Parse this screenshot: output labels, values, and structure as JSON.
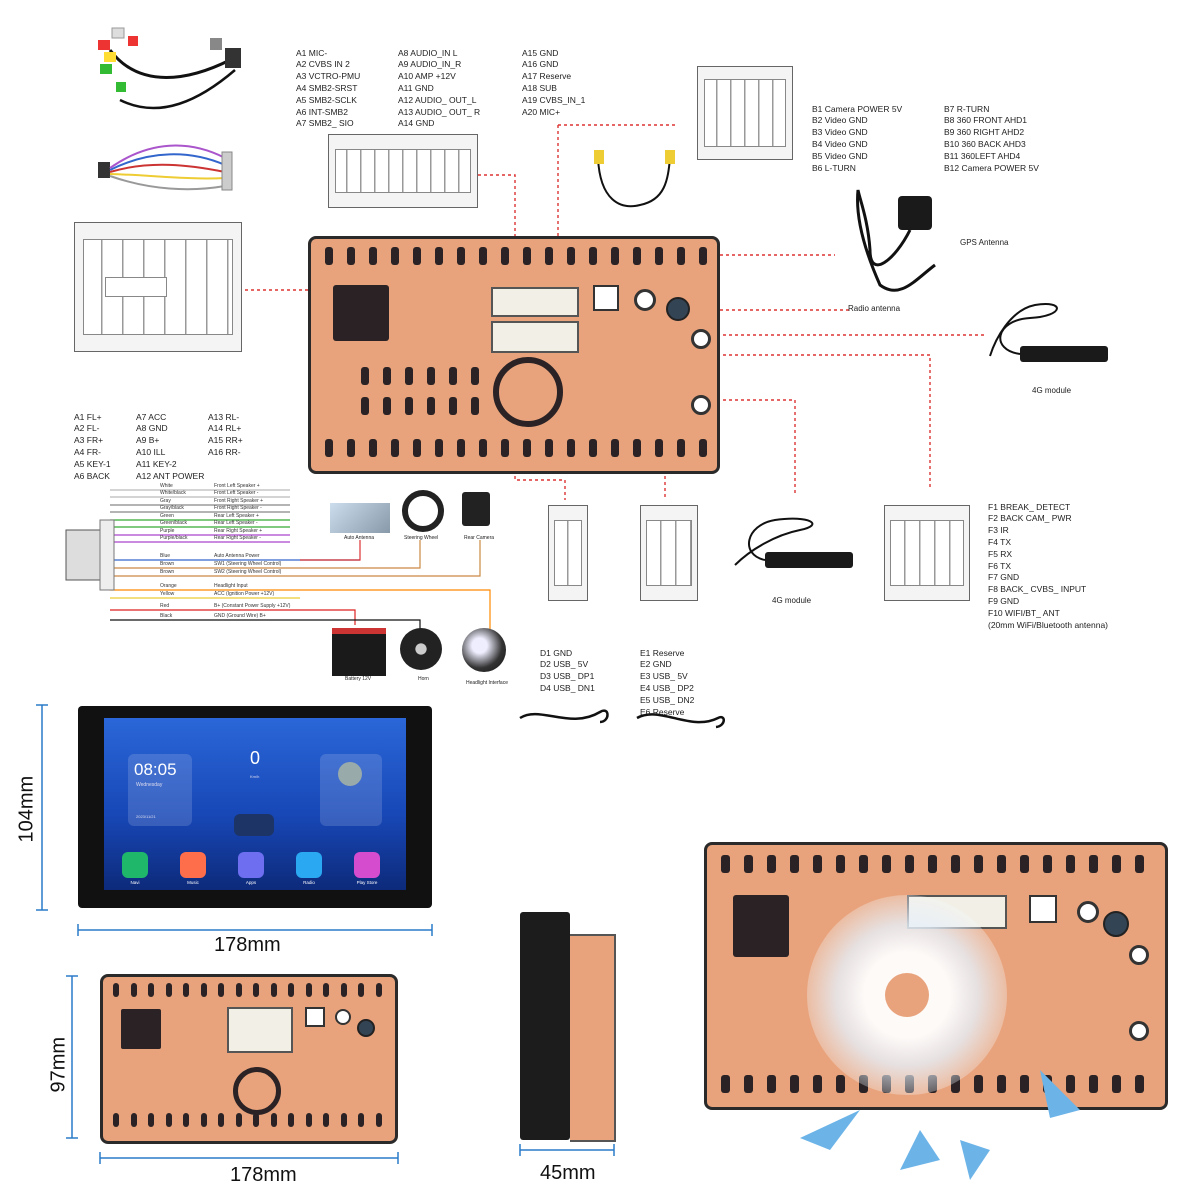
{
  "connector_a": {
    "col1": [
      "A1 MIC-",
      "A2 CVBS IN 2",
      "A3 VCTRO-PMU",
      "A4 SMB2-SRST",
      "A5 SMB2-SCLK",
      "A6 INT-SMB2",
      "A7 SMB2_ SIO"
    ],
    "col2": [
      "A8 AUDIO_IN L",
      "A9 AUDIO_IN_R",
      "A10 AMP +12V",
      "A11 GND",
      "A12 AUDIO_ OUT_L",
      "A13 AUDIO_ OUT_ R",
      "A14 GND"
    ],
    "col3": [
      "A15 GND",
      "A16 GND",
      "A17 Reserve",
      "A18 SUB",
      "A19 CVBS_IN_1",
      "A20 MIC+"
    ]
  },
  "connector_b": {
    "col1": [
      "B1 Camera POWER 5V",
      "B2 Video GND",
      "B3 Video GND",
      "B4 Video GND",
      "B5 Video GND",
      "B6 L-TURN"
    ],
    "col2": [
      "B7 R-TURN",
      "B8 360 FRONT AHD1",
      "B9 360 RIGHT AHD2",
      "B10 360 BACK AHD3",
      "B11 360LEFT AHD4",
      "B12 Camera POWER 5V"
    ]
  },
  "power_connector": {
    "col1": [
      "A1 FL+",
      "A2 FL-",
      "A3 FR+",
      "A4 FR-",
      "A5 KEY-1",
      "A6 BACK"
    ],
    "col2": [
      "A7 ACC",
      "A8 GND",
      "A9 B+",
      "A10 ILL",
      "A11 KEY-2",
      "A12 ANT POWER"
    ],
    "col3": [
      "A13 RL-",
      "A14 RL+",
      "A15 RR+",
      "A16 RR-"
    ]
  },
  "connector_d": [
    "D1 GND",
    "D2 USB_ 5V",
    "D3 USB_ DP1",
    "D4 USB_ DN1"
  ],
  "connector_e": [
    "E1 Reserve",
    "E2 GND",
    "E3 USB_ 5V",
    "E4 USB_ DP2",
    "E5 USB_ DN2",
    "E6 Reserve"
  ],
  "connector_f": [
    "F1 BREAK_ DETECT",
    "F2 BACK CAM_ PWR",
    "F3 IR",
    "F4 TX",
    "F5 RX",
    "F6 TX",
    "F7 GND",
    "F8 BACK_ CVBS_ INPUT",
    "F9 GND",
    "F10 WIFI/BT_ ANT",
    "(20mm WiFi/Bluetooth antenna)"
  ],
  "labels": {
    "gps": "GPS Antenna",
    "radio": "Radio antenna",
    "module_4g_right": "4G module",
    "module_4g_mid": "4G module"
  },
  "wiring": {
    "left_names": [
      "White",
      "White/black",
      "Gray",
      "Gray/black",
      "Green",
      "Green/black",
      "Purple",
      "Purple/black",
      "Blue",
      "Brown",
      "Brown",
      "Orange",
      "Yellow",
      "Red",
      "Black"
    ],
    "right_descs": [
      "Front Left Speaker +",
      "Front Left Speaker -",
      "Front Right Speaker +",
      "Front Right Speaker -",
      "Rear Left Speaker +",
      "Rear Left Speaker -",
      "Rear Right Speaker +",
      "Rear Right Speaker -",
      "Auto Antenna Power",
      "SW1 (Steering Wheel Control)",
      "SW2 (Steering Wheel Control)",
      "Headlight Input",
      "ACC (Ignition Power +12V)",
      "B+ (Constant Power Supply +12V)",
      "GND (Ground Wire) B+"
    ],
    "icons": [
      "Auto Antenna",
      "Steering Wheel",
      "Rear Camera",
      "Battery 12V",
      "Horn",
      "Headlight Interface"
    ]
  },
  "screen": {
    "time": "08:05",
    "day": "Wednesday",
    "date": "2023/11/21",
    "speed": "0",
    "speed_unit": "Km/h",
    "apps": [
      "Navi",
      "Music",
      "Apps",
      "Radio",
      "Play Store"
    ]
  },
  "dimensions": {
    "front_width": "178mm",
    "front_height": "104mm",
    "back_width": "178mm",
    "back_height": "97mm",
    "depth": "45mm"
  }
}
